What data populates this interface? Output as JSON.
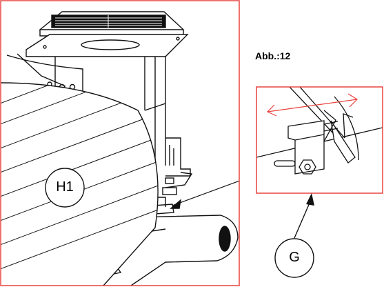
{
  "figure": {
    "caption": "Abb.:12",
    "callouts": {
      "main_part": "H1",
      "detail_part": "G"
    },
    "colors": {
      "frame": "#e8433f",
      "line": "#111111",
      "background": "#ffffff"
    }
  }
}
